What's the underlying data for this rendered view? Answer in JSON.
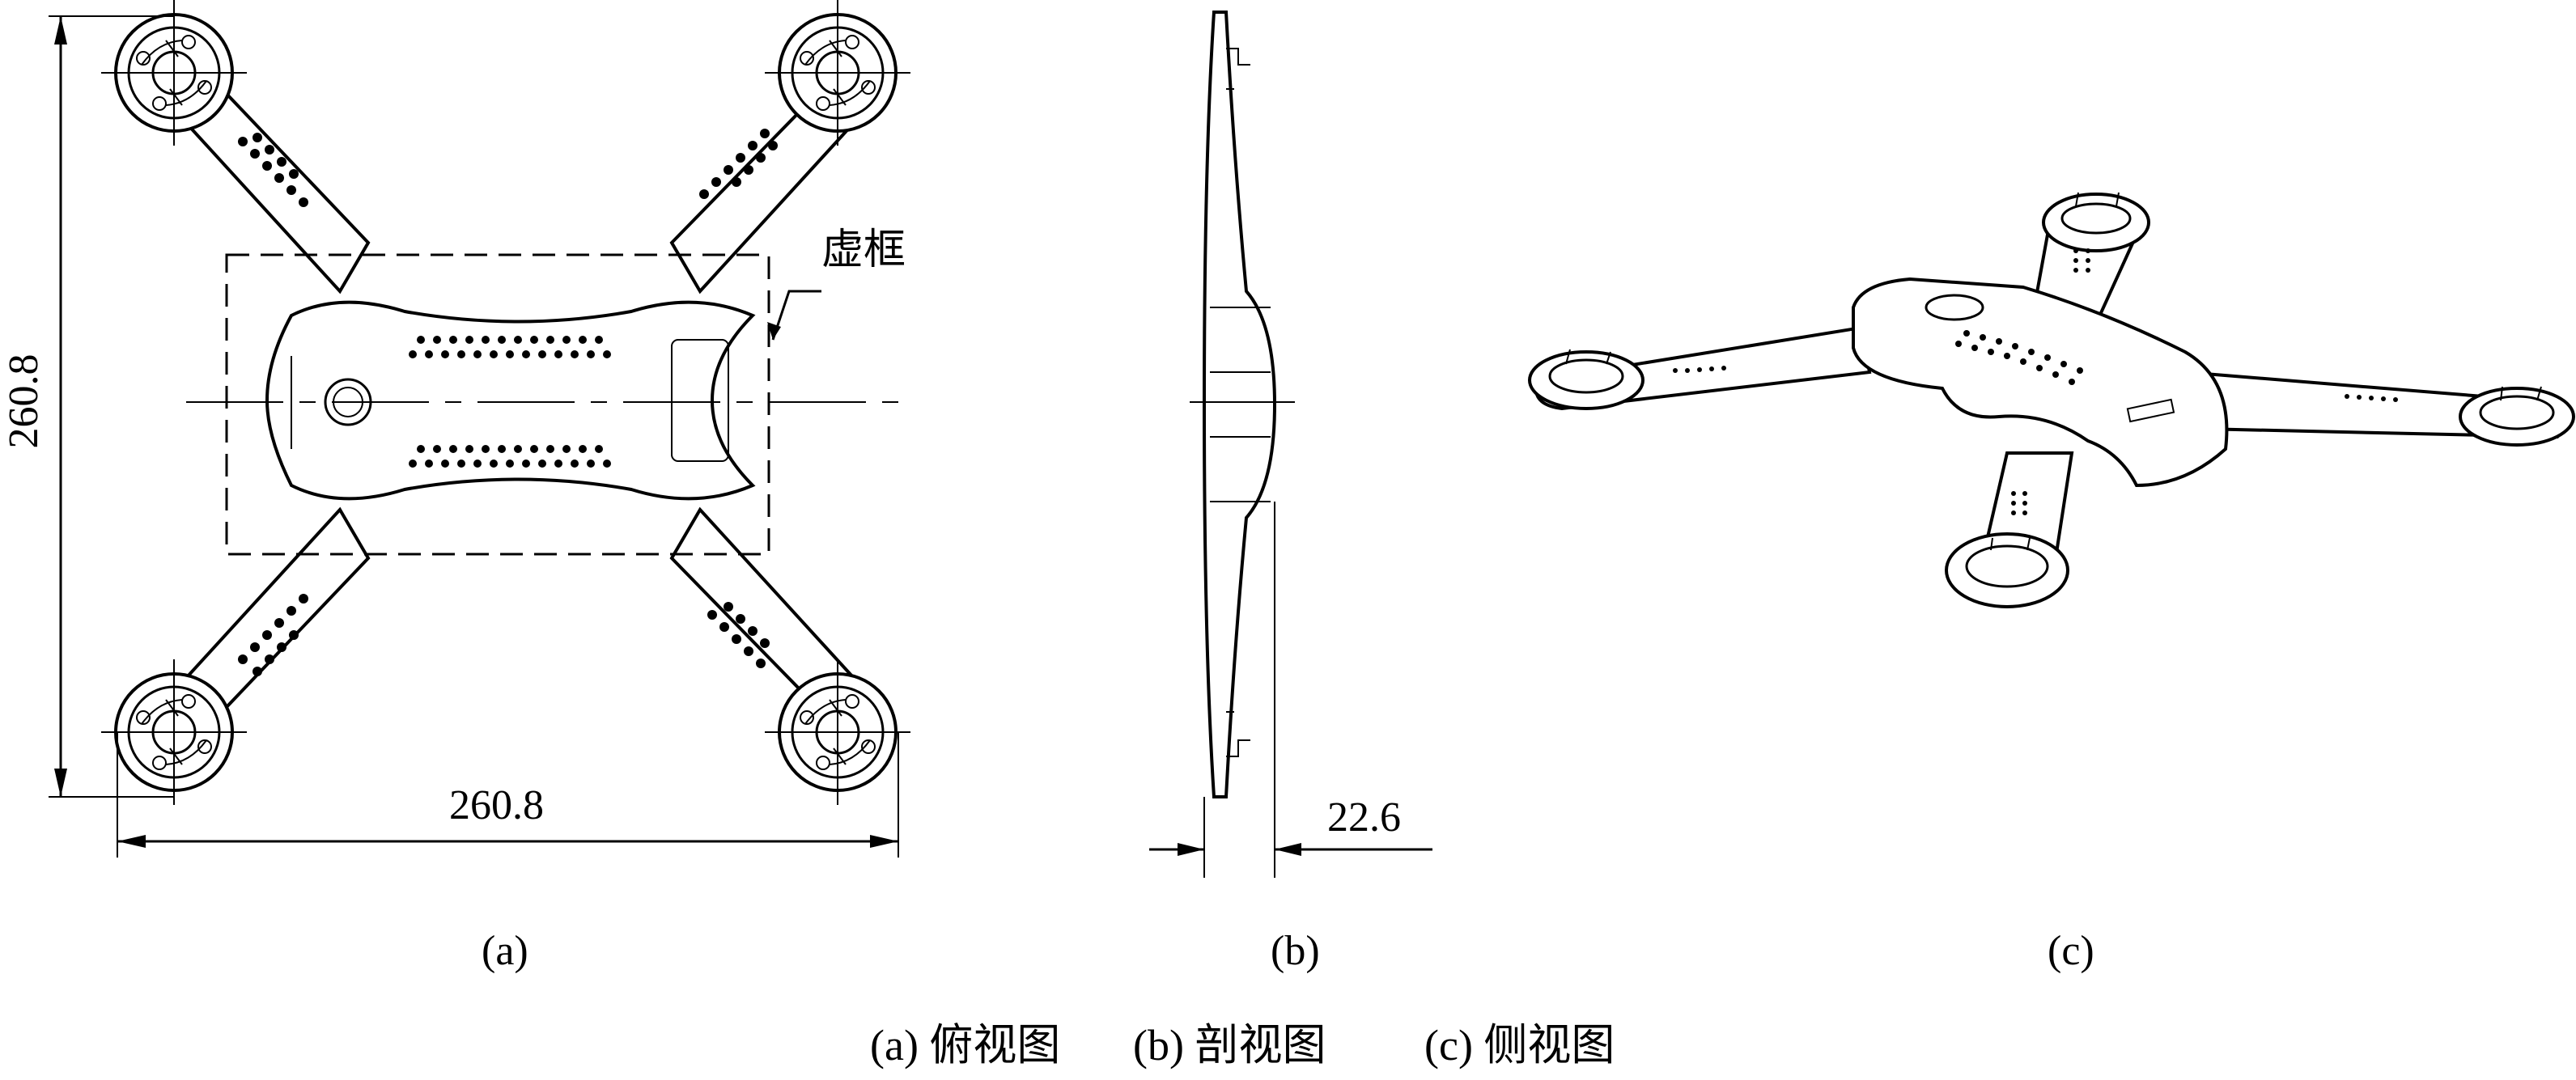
{
  "labels": {
    "dim_height": "260.8",
    "dim_width": "260.8",
    "dim_thickness": "22.6",
    "callout_box": "虚框",
    "sub_a": "(a)",
    "sub_b": "(b)",
    "sub_c": "(c)"
  },
  "caption": {
    "a": "(a) 俯视图",
    "b": "(b) 剖视图",
    "c": "(c) 侧视图"
  }
}
